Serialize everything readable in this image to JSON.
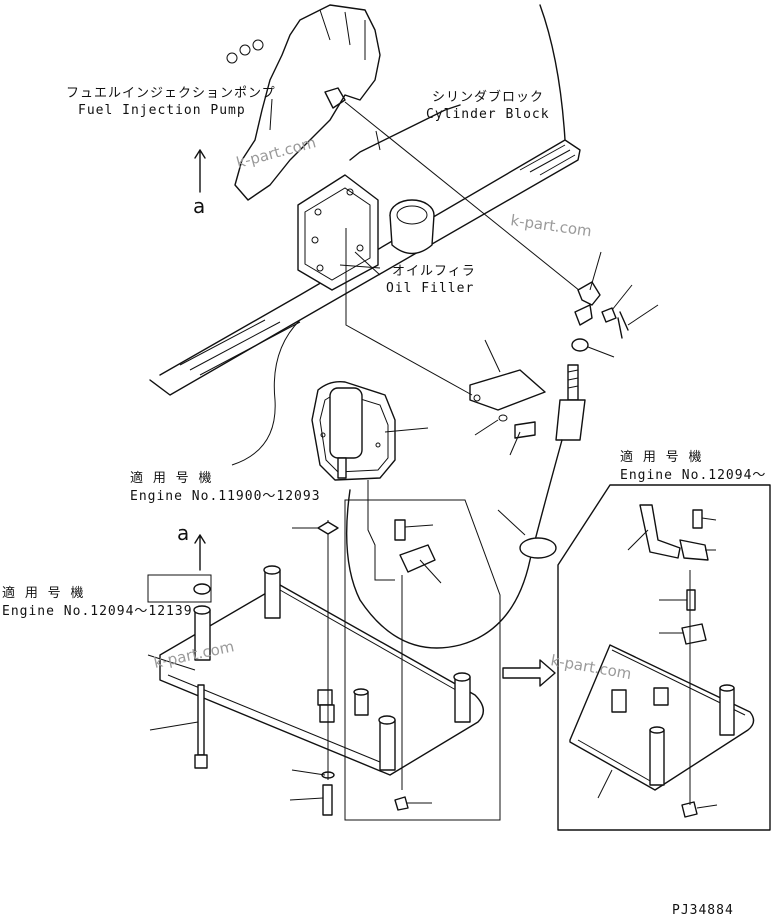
{
  "labels": {
    "fuel_pump_jp": "フュエルインジェクションポンプ",
    "fuel_pump_en": "Fuel Injection Pump",
    "cyl_block_jp": "シリンダブロック",
    "cyl_block_en": "Cylinder Block",
    "oil_filler_jp": "オイルフィラ",
    "oil_filler_en": "Oil Filler",
    "applicable_jp_1": "適 用 号 機",
    "engine_range_1": "Engine No.11900～12093",
    "applicable_jp_2": "適 用 号 機",
    "engine_range_2": "Engine No.12094～12139",
    "applicable_jp_3": "適 用 号 機",
    "engine_range_3": "Engine No.12094～",
    "view_a_top": "a",
    "view_a_left": "a",
    "drawing_code": "PJ34884"
  },
  "watermarks": [
    "k-part.com",
    "k-part.com",
    "k-part.com",
    "k-part.com"
  ]
}
